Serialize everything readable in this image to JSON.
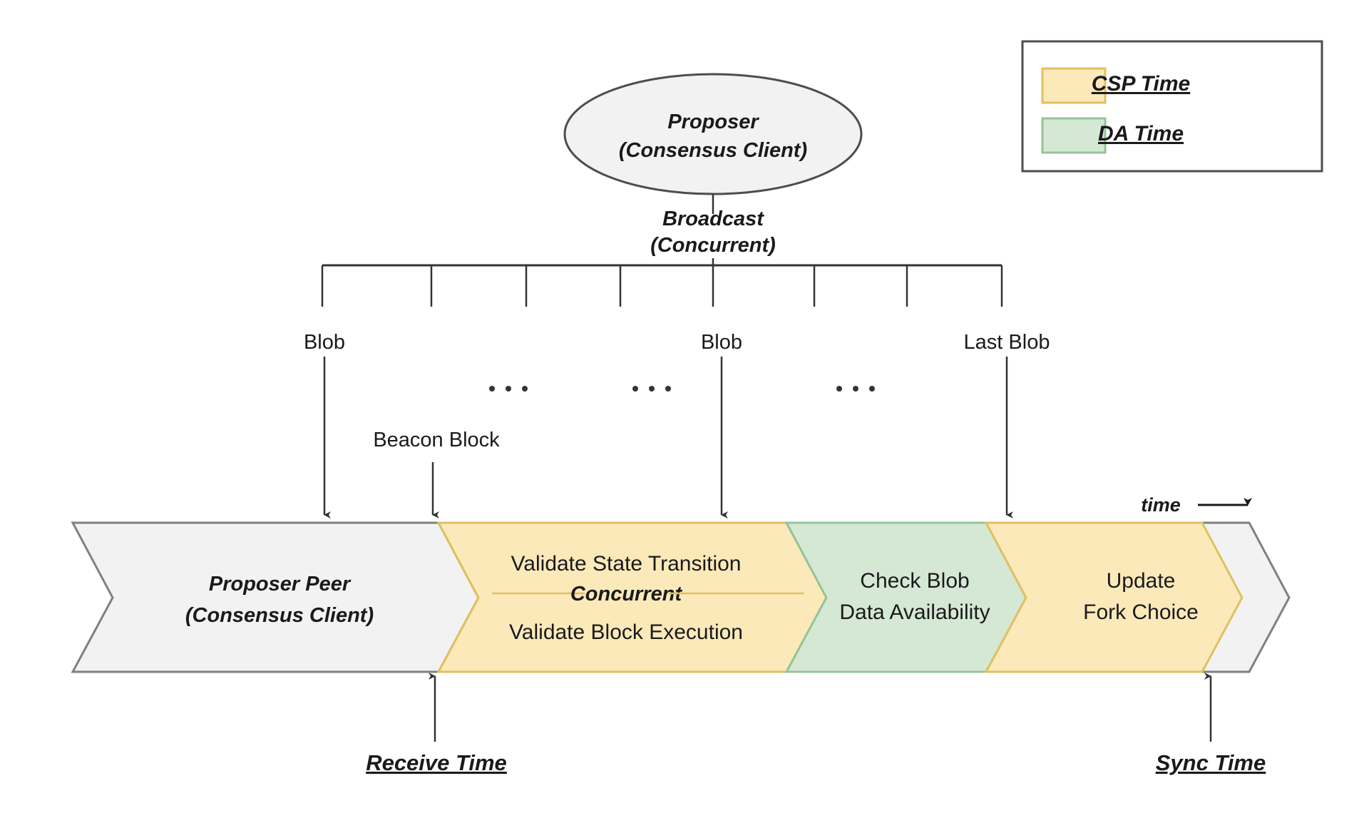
{
  "legend": {
    "items": [
      {
        "label": "CSP Time",
        "color": "#fbe9ba",
        "border": "#e0c060"
      },
      {
        "label": "DA Time",
        "color": "#d5e8d4",
        "border": "#93c49a"
      }
    ],
    "box_border": "#4d4d4d"
  },
  "proposer": {
    "line1": "Proposer",
    "line2": "(Consensus Client)",
    "fill": "#f2f2f2",
    "stroke": "#4d4d4d"
  },
  "broadcast": {
    "line1": "Broadcast",
    "line2": "(Concurrent)"
  },
  "branch_labels": {
    "blob_left": "Blob",
    "blob_mid": "Blob",
    "last_blob": "Last Blob"
  },
  "ellipses": {
    "dots": "..."
  },
  "beacon": {
    "label": "Beacon Block"
  },
  "band": {
    "segments": [
      {
        "name": "proposer-peer",
        "fill": "#f2f2f2",
        "stroke": "#808080",
        "line1": "Proposer Peer",
        "line2": "(Consensus Client)"
      },
      {
        "name": "validate",
        "fill": "#fbe9ba",
        "stroke": "#e0c060",
        "line1": "Validate State Transition",
        "divider": "Concurrent",
        "line2": "Validate Block Execution"
      },
      {
        "name": "check-blob-da",
        "fill": "#d5e8d4",
        "stroke": "#93c49a",
        "line1": "Check Blob",
        "line2": "Data Availability"
      },
      {
        "name": "update-fork-choice",
        "fill": "#fbe9ba",
        "stroke": "#e0c060",
        "line1": "Update",
        "line2": "Fork Choice"
      },
      {
        "name": "band-tail",
        "fill": "#f2f2f2",
        "stroke": "#808080",
        "line1": "",
        "line2": ""
      }
    ]
  },
  "time_axis": {
    "label": "time"
  },
  "markers": {
    "receive_time": "Receive Time",
    "sync_time": "Sync Time"
  }
}
